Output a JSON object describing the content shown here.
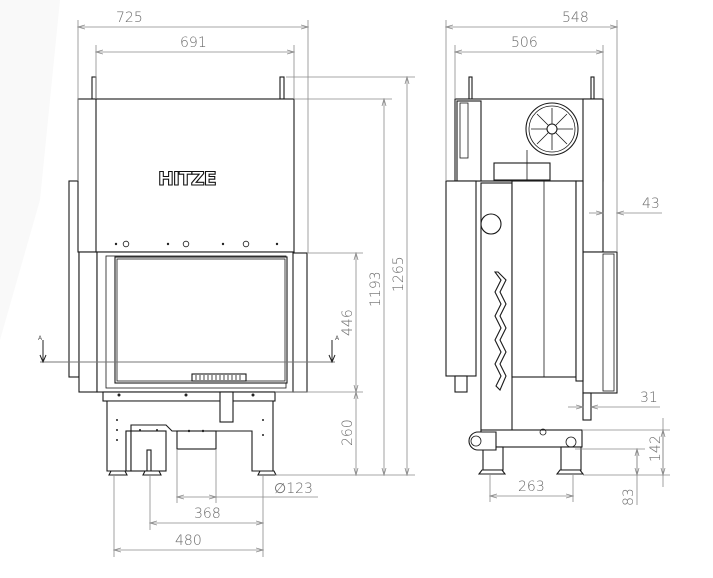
{
  "logo": {
    "text": "HITZE"
  },
  "section_marks": {
    "left": "A",
    "right": "A"
  },
  "front_view": {
    "dimensions": {
      "overall_width": "725",
      "body_width": "691",
      "overall_height": "1265",
      "body_height": "1193",
      "door_height": "446",
      "base_height": "260",
      "flue_diameter": "∅123",
      "inner_feet_spacing": "368",
      "outer_feet_spacing": "480"
    }
  },
  "side_view": {
    "dimensions": {
      "overall_depth": "548",
      "body_depth": "506",
      "top_offset": "43",
      "door_offset": "31",
      "inlet_height": "142",
      "inlet_center": "83",
      "feet_spacing": "263"
    }
  }
}
